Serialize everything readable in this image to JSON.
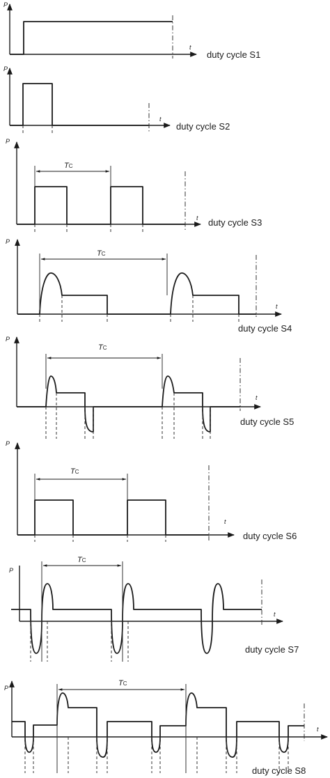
{
  "axis": {
    "p_label": "P",
    "t_label": "t"
  },
  "period": {
    "symbol": "T",
    "subscript": "C"
  },
  "panels": [
    {
      "id": "s1",
      "label": "duty cycle S1"
    },
    {
      "id": "s2",
      "label": "duty cycle S2"
    },
    {
      "id": "s3",
      "label": "duty cycle S3"
    },
    {
      "id": "s4",
      "label": "duty cycle S4"
    },
    {
      "id": "s5",
      "label": "duty cycle S5"
    },
    {
      "id": "s6",
      "label": "duty cycle S6"
    },
    {
      "id": "s7",
      "label": "duty cycle S7"
    },
    {
      "id": "s8",
      "label": "duty cycle S8"
    }
  ]
}
